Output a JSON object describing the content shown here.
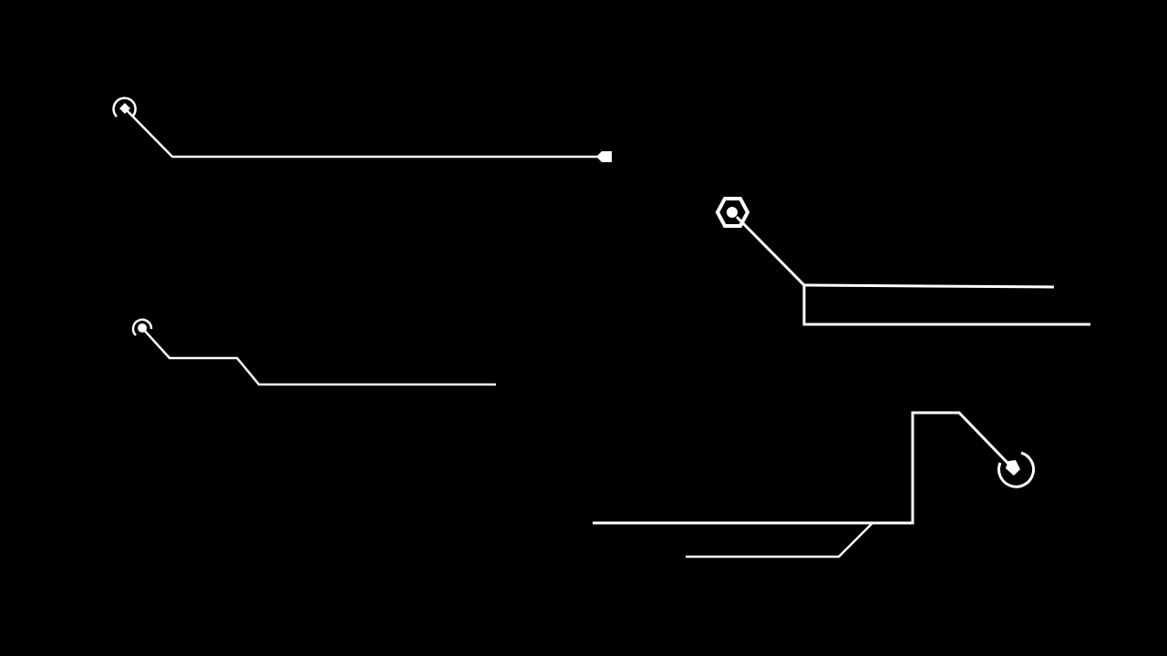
{
  "canvas": {
    "background": "#000000",
    "stroke_color": "#ffffff"
  },
  "callouts": [
    {
      "id": "callout-1",
      "marker": "circle-target-icon",
      "end": "arrow-tab-icon"
    },
    {
      "id": "callout-2",
      "marker": "hexagon-node-icon",
      "end": "none"
    },
    {
      "id": "callout-3",
      "marker": "circle-target-icon",
      "end": "none"
    },
    {
      "id": "callout-4",
      "marker": "circle-target-icon",
      "end": "none"
    }
  ]
}
